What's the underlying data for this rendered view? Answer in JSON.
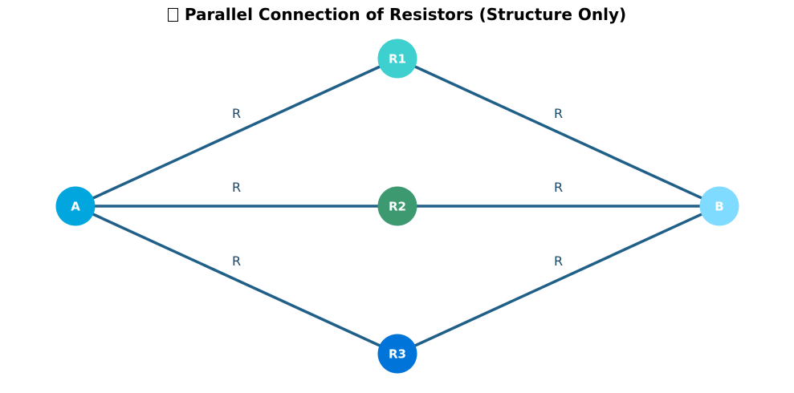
{
  "title": {
    "icon": "placeholder-box-icon",
    "text": "Parallel Connection of Resistors (Structure Only)"
  },
  "colors": {
    "wire": "#206088",
    "edge_label": "#1a4a6b"
  },
  "nodes": [
    {
      "id": "A",
      "label": "A",
      "color": "#00a6dd"
    },
    {
      "id": "R1",
      "label": "R1",
      "color": "#3ecfcf"
    },
    {
      "id": "R2",
      "label": "R2",
      "color": "#3d9970"
    },
    {
      "id": "R3",
      "label": "R3",
      "color": "#0074d9"
    },
    {
      "id": "B",
      "label": "B",
      "color": "#7fdbff"
    }
  ],
  "edges": [
    {
      "from": "A",
      "to": "R1",
      "label": "R"
    },
    {
      "from": "A",
      "to": "R2",
      "label": "R"
    },
    {
      "from": "A",
      "to": "R3",
      "label": "R"
    },
    {
      "from": "R1",
      "to": "B",
      "label": "R"
    },
    {
      "from": "R2",
      "to": "B",
      "label": "R"
    },
    {
      "from": "R3",
      "to": "B",
      "label": "R"
    }
  ]
}
